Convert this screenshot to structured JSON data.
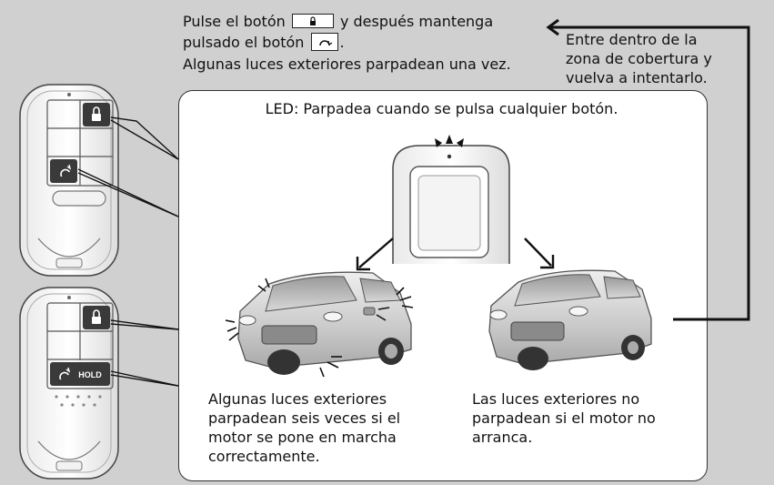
{
  "instruction": {
    "line1_a": "Pulse el botón",
    "line1_b": "y después mantenga",
    "line2_a": "pulsado el botón",
    "line2_b": ".",
    "line3": "Algunas luces exteriores parpadean una vez."
  },
  "retry": {
    "line1": "Entre dentro de la",
    "line2": "zona de cobertura y",
    "line3": "vuelva a intentarlo."
  },
  "led_caption": "LED: Parpadea cuando se pulsa cualquier botón.",
  "outcome_left": {
    "line1": "Algunas luces exteriores",
    "line2": "parpadean seis veces si el",
    "line3": "motor se pone en marcha",
    "line4": "correctamente."
  },
  "outcome_right": {
    "line1": "Las luces exteriores no",
    "line2": "parpadean si el motor no",
    "line3": "arranca."
  },
  "fob_lower": {
    "hold_label": "HOLD"
  },
  "icons": {
    "lock": "padlock-icon",
    "remote_start": "circular-arrow-icon",
    "led_flash": "flash-rays-icon",
    "arrow": "arrow-icon"
  },
  "colors": {
    "background": "#d0d0d0",
    "panel": "#ffffff",
    "line": "#111111"
  }
}
